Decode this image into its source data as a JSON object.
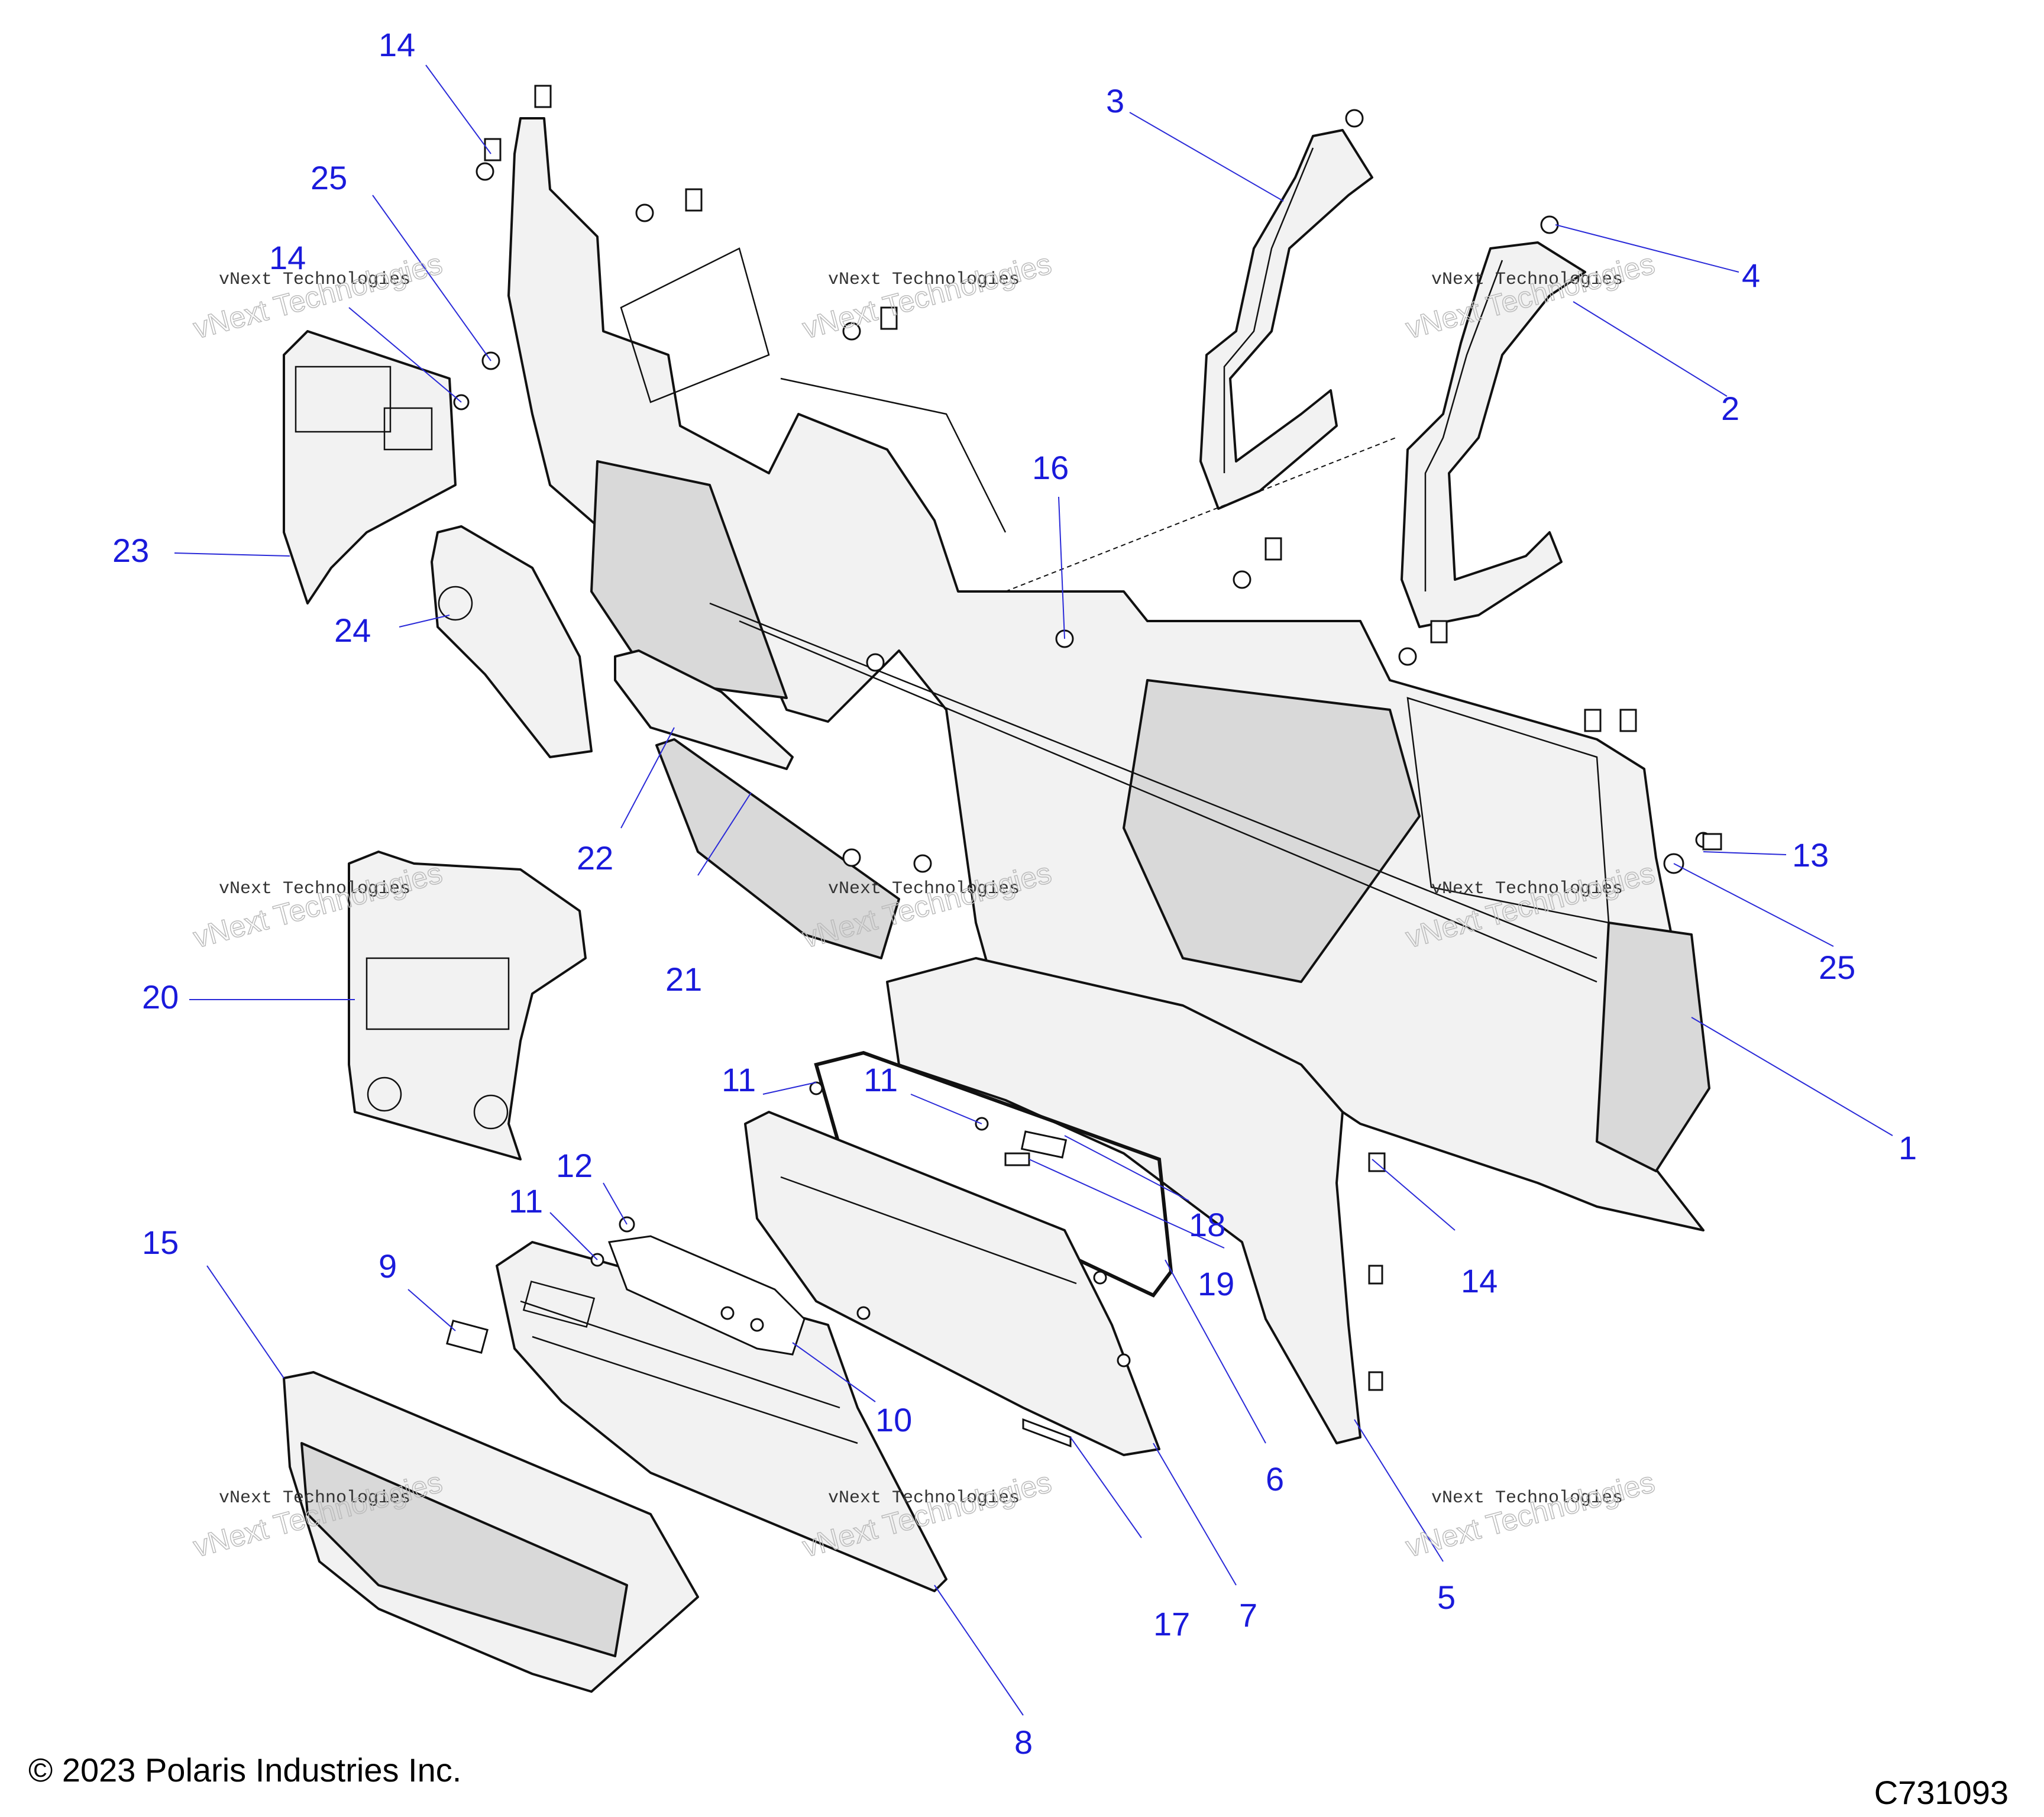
{
  "callouts": [
    {
      "id": "c1",
      "text": "1"
    },
    {
      "id": "c2",
      "text": "2"
    },
    {
      "id": "c3",
      "text": "3"
    },
    {
      "id": "c4",
      "text": "4"
    },
    {
      "id": "c5",
      "text": "5"
    },
    {
      "id": "c6",
      "text": "6"
    },
    {
      "id": "c7",
      "text": "7"
    },
    {
      "id": "c8",
      "text": "8"
    },
    {
      "id": "c9",
      "text": "9"
    },
    {
      "id": "c10",
      "text": "10"
    },
    {
      "id": "c11a",
      "text": "11"
    },
    {
      "id": "c11b",
      "text": "11"
    },
    {
      "id": "c11c",
      "text": "11"
    },
    {
      "id": "c12",
      "text": "12"
    },
    {
      "id": "c13",
      "text": "13"
    },
    {
      "id": "c14a",
      "text": "14"
    },
    {
      "id": "c14b",
      "text": "14"
    },
    {
      "id": "c14c",
      "text": "14"
    },
    {
      "id": "c15",
      "text": "15"
    },
    {
      "id": "c16",
      "text": "16"
    },
    {
      "id": "c17",
      "text": "17"
    },
    {
      "id": "c18",
      "text": "18"
    },
    {
      "id": "c19",
      "text": "19"
    },
    {
      "id": "c20",
      "text": "20"
    },
    {
      "id": "c21",
      "text": "21"
    },
    {
      "id": "c22",
      "text": "22"
    },
    {
      "id": "c23",
      "text": "23"
    },
    {
      "id": "c24",
      "text": "24"
    },
    {
      "id": "c25a",
      "text": "25"
    },
    {
      "id": "c25b",
      "text": "25"
    }
  ],
  "watermark": {
    "line1": "vNext Technologies",
    "line2": "vNext Technologies"
  },
  "footer": {
    "copyright": "© 2023 Polaris Industries Inc.",
    "code": "C731093"
  },
  "colors": {
    "callout": "#1a1adb",
    "leader": "#2a2ad8",
    "linework": "#111111"
  }
}
